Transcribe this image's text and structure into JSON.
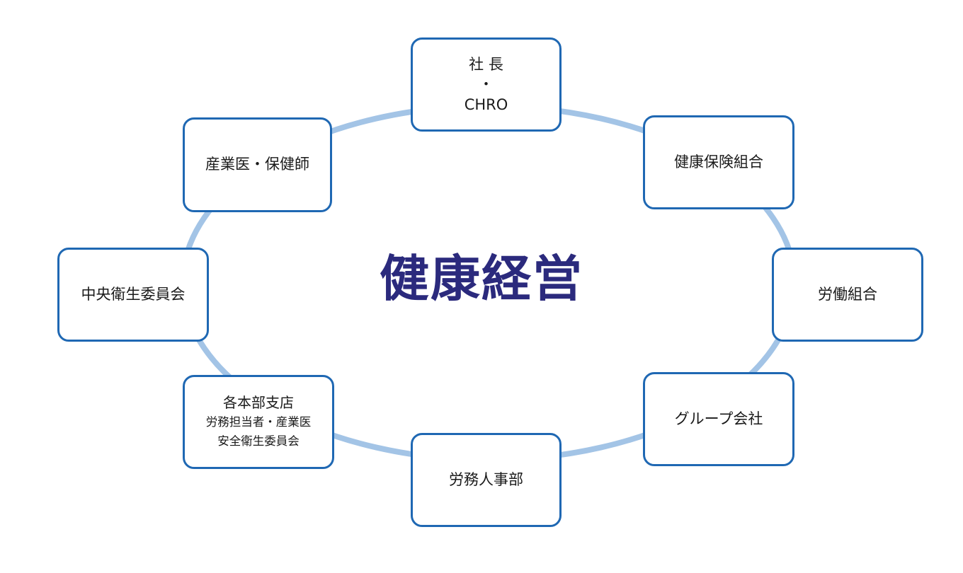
{
  "center": {
    "title": "健康経営"
  },
  "nodes": {
    "ceo": {
      "line1": "社 長",
      "line2": "・",
      "line3": "CHRO"
    },
    "health_insurance": {
      "label": "健康保険組合"
    },
    "labor_union": {
      "label": "労働組合"
    },
    "group_companies": {
      "label": "グループ会社"
    },
    "hr_department": {
      "label": "労務人事部"
    },
    "branches": {
      "line1": "各本部支店",
      "line2": "労務担当者・産業医",
      "line3": "安全衛生委員会"
    },
    "central_committee": {
      "label": "中央衛生委員会"
    },
    "occupational_health": {
      "label": "産業医・保健師"
    }
  },
  "colors": {
    "node_border": "#1f68b3",
    "ring": "#a3c4e6",
    "title": "#2b2a7d"
  }
}
